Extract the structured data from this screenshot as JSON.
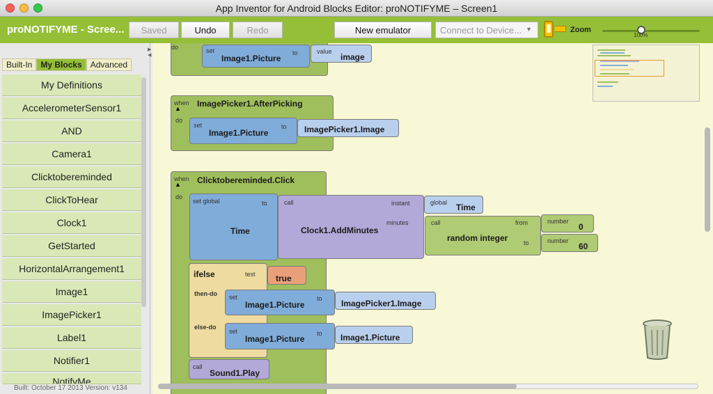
{
  "window": {
    "title": "App Inventor for Android Blocks Editor: proNOTIFYME – Screen1"
  },
  "toolbar": {
    "app_name": "proNOTIFYME - Scree...",
    "saved": "Saved",
    "undo": "Undo",
    "redo": "Redo",
    "new_emulator": "New emulator",
    "connect_placeholder": "Connect to Device...",
    "zoom_label": "Zoom",
    "zoom_value": "100%"
  },
  "sidebar": {
    "tabs": [
      "Built-In",
      "My Blocks",
      "Advanced"
    ],
    "items": [
      "My Definitions",
      "AccelerometerSensor1",
      "AND",
      "Camera1",
      "Clicktobereminded",
      "ClickToHear",
      "Clock1",
      "GetStarted",
      "HorizontalArrangement1",
      "Image1",
      "ImagePicker1",
      "Label1",
      "Notifier1",
      "NotifyMe"
    ],
    "build": "Built: October 17 2013 Version: v134"
  },
  "blocks": {
    "top": {
      "do": "do",
      "set": "set",
      "component": "Image1.Picture",
      "to": "to",
      "value_tag": "value",
      "value_name": "image"
    },
    "picker_event": {
      "when": "when",
      "name": "ImagePicker1.AfterPicking",
      "do": "do",
      "set": "set",
      "component": "Image1.Picture",
      "to": "to",
      "source": "ImagePicker1.Image"
    },
    "click_event": {
      "when": "when",
      "name": "Clicktobereminded.Click",
      "do": "do",
      "set_global": "set global",
      "to": "to",
      "var": "Time",
      "call": "call",
      "method": "Clock1.AddMinutes",
      "instant": "instant",
      "global_tag": "global",
      "global_var": "Time",
      "minutes": "minutes",
      "random": "random integer",
      "from": "from",
      "to2": "to",
      "number_tag": "number",
      "from_val": "0",
      "to_val": "60",
      "ifelse": "ifelse",
      "test": "test",
      "test_val": "true",
      "then_do": "then-do",
      "else_do": "else-do",
      "then_set": "set",
      "then_component": "Image1.Picture",
      "then_to": "to",
      "then_source": "ImagePicker1.Image",
      "else_set": "set",
      "else_component": "Image1.Picture",
      "else_to": "to",
      "else_source": "Image1.Picture",
      "sound_call": "call",
      "sound": "Sound1.Play"
    }
  },
  "colors": {
    "toolbar": "#94bf36",
    "event": "#9fbf5c",
    "setter": "#80acd9",
    "getter": "#b9cfee",
    "call": "#b2a9d8",
    "logic": "#e9a07a",
    "control": "#eedb9f",
    "math": "#afcb73"
  }
}
